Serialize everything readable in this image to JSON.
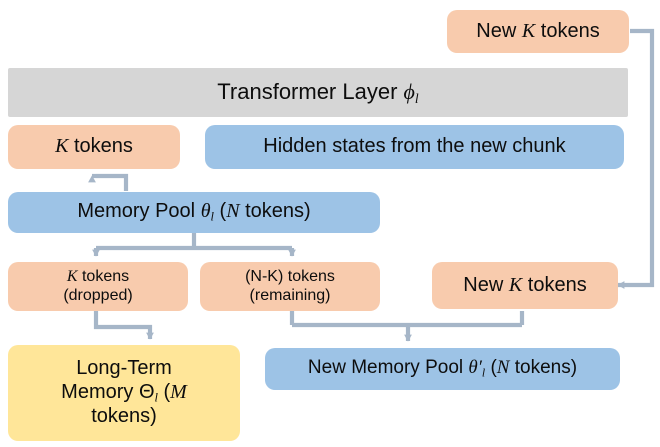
{
  "diagram": {
    "title": "Transformer layer memory pool update flow",
    "colors": {
      "orange": "#f8cbad",
      "blue": "#9dc3e6",
      "gray": "#d6d6d6",
      "yellow": "#ffe699",
      "arrow": "#a6b6c8",
      "text": "#0d0d0d",
      "background": "#ffffff"
    },
    "nodes": {
      "new_k_tokens_top": {
        "label": "New K tokens",
        "text_plain": "New K tokens",
        "fill": "orange"
      },
      "transformer_layer": {
        "label": "Transformer Layer",
        "symbol": "ϕ",
        "subscript": "l",
        "text_plain": "Transformer Layer ϕl",
        "fill": "gray"
      },
      "k_tokens": {
        "label": "K tokens",
        "text_plain": "K tokens",
        "fill": "orange"
      },
      "hidden_states": {
        "label": "Hidden states from the new chunk",
        "text_plain": "Hidden states from the new chunk",
        "fill": "blue"
      },
      "memory_pool": {
        "prefix": "Memory Pool",
        "symbol": "θ",
        "subscript": "l",
        "suffix": "(N tokens)",
        "text_plain": "Memory Pool θl (N tokens)",
        "fill": "blue"
      },
      "k_tokens_dropped": {
        "line1": "K tokens",
        "line2": "(dropped)",
        "text_plain": "K tokens (dropped)",
        "fill": "orange"
      },
      "nk_tokens_remaining": {
        "line1": "(N-K) tokens",
        "line2": "(remaining)",
        "text_plain": "(N-K) tokens (remaining)",
        "fill": "orange"
      },
      "new_k_tokens_right": {
        "label": "New K tokens",
        "text_plain": "New K tokens",
        "fill": "orange"
      },
      "long_term_memory": {
        "line1": "Long-Term",
        "line2_prefix": "Memory",
        "symbol": "Θ",
        "subscript": "l",
        "line2_suffix": "(M",
        "line3": "tokens)",
        "text_plain": "Long-Term Memory Θl (M tokens)",
        "fill": "yellow"
      },
      "new_memory_pool": {
        "prefix": "New Memory Pool",
        "symbol": "θ",
        "prime": "′",
        "subscript": "l",
        "suffix": "(N tokens)",
        "text_plain": "New Memory Pool θ′l (N tokens)",
        "fill": "blue"
      }
    },
    "edges": [
      {
        "name": "memory-pool-to-k-tokens",
        "from": "memory_pool",
        "to": "k_tokens"
      },
      {
        "name": "memory-pool-to-dropped",
        "from": "memory_pool",
        "to": "k_tokens_dropped"
      },
      {
        "name": "memory-pool-to-remaining",
        "from": "memory_pool",
        "to": "nk_tokens_remaining"
      },
      {
        "name": "dropped-to-long-term-memory",
        "from": "k_tokens_dropped",
        "to": "long_term_memory"
      },
      {
        "name": "remaining-to-new-memory-pool",
        "from": "nk_tokens_remaining",
        "to": "new_memory_pool"
      },
      {
        "name": "new-k-right-to-new-memory-pool",
        "from": "new_k_tokens_right",
        "to": "new_memory_pool"
      },
      {
        "name": "new-k-top-to-new-k-right",
        "from": "new_k_tokens_top",
        "to": "new_k_tokens_right"
      }
    ]
  }
}
